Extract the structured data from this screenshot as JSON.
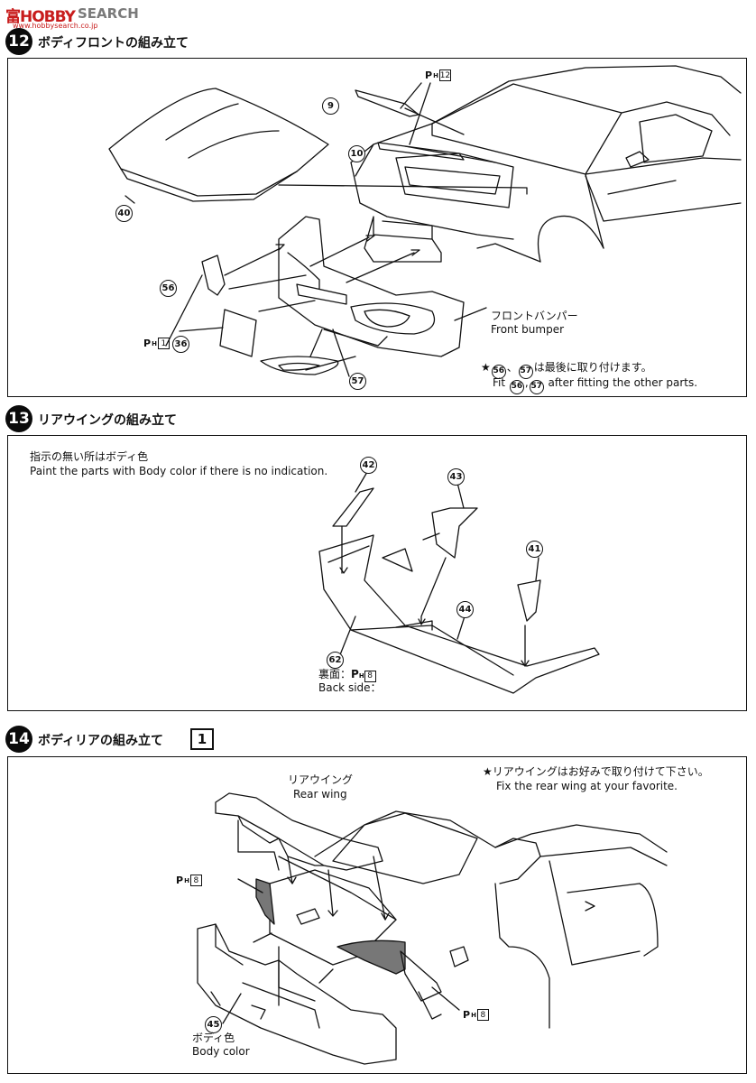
{
  "watermark": {
    "logo": "富HOBBY",
    "search": "SEARCH",
    "url": "www.hobbysearch.co.jp"
  },
  "steps": [
    {
      "number": "12",
      "title": "ボディフロントの組み立て",
      "parts": {
        "p9": "9",
        "p10": "10",
        "p40": "40",
        "p56": "56",
        "p36": "36",
        "p57": "57"
      },
      "ph_top": {
        "prefix": "P",
        "sub": "H",
        "box": "12"
      },
      "ph_36": {
        "prefix": "P",
        "sub": "H",
        "box": "1"
      },
      "bumper_jp": "フロントバンパー",
      "bumper_en": "Front bumper",
      "note_jp_pre": "★",
      "note_jp_sep": "、",
      "note_jp_post": "は最後に取り付けます。",
      "note_en_pre": "Fit ",
      "note_en_sep": ",",
      "note_en_post": " after fitting the other parts."
    },
    {
      "number": "13",
      "title": "リアウイングの組み立て",
      "paint_jp": "指示の無い所はボディ色",
      "paint_en": "Paint the parts with Body color if there is no indication.",
      "parts": {
        "p42": "42",
        "p43": "43",
        "p41": "41",
        "p44": "44",
        "p62": "62"
      },
      "back_jp": "裏面：",
      "back_ph": {
        "prefix": "P",
        "sub": "H",
        "box": "8"
      },
      "back_en": "Back side："
    },
    {
      "number": "14",
      "title": "ボディリアの組み立て",
      "sub_box": "1",
      "note_jp": "★リアウイングはお好みで取り付けて下さい。",
      "note_en": "Fix the rear wing at your favorite.",
      "wing_jp": "リアウイング",
      "wing_en": "Rear wing",
      "ph_left": {
        "prefix": "P",
        "sub": "H",
        "box": "8"
      },
      "ph_right": {
        "prefix": "P",
        "sub": "H",
        "box": "8"
      },
      "parts": {
        "p45": "45"
      },
      "body_jp": "ボディ色",
      "body_en": "Body color"
    }
  ]
}
